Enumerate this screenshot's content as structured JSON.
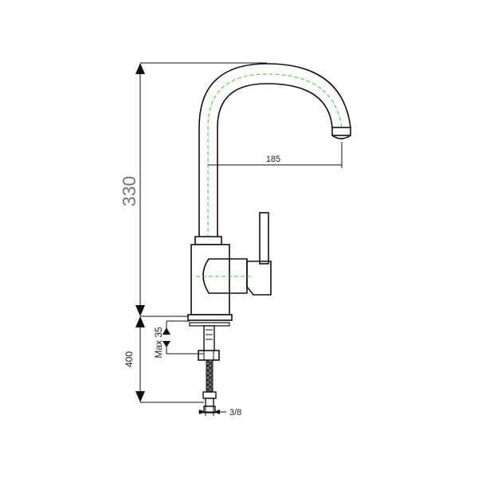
{
  "dimensions": {
    "height_total": "330",
    "spout_reach": "185",
    "hose_length": "400",
    "max_thickness": "Max 35",
    "thread": "3/8"
  },
  "colors": {
    "line": "#111111",
    "centerline": "#2bd02b",
    "hose": "#555555",
    "text_dim": "#777777"
  }
}
